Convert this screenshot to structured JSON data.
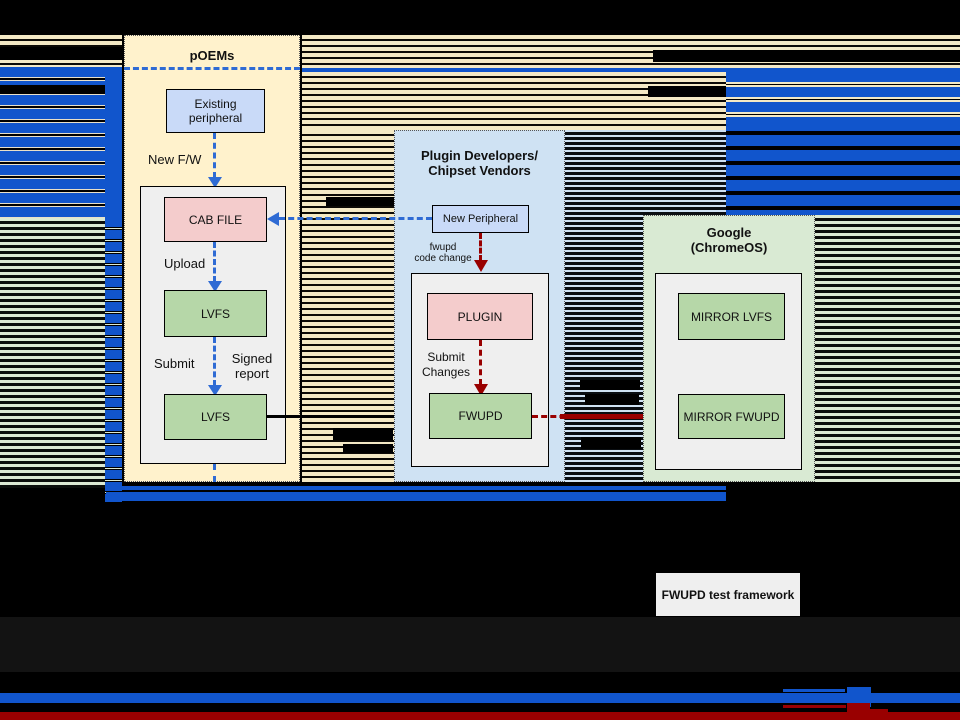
{
  "diagram": {
    "poems": {
      "title": "pOEMs"
    },
    "plugin_vendors": {
      "title1": "Plugin Developers/",
      "title2": "Chipset Vendors"
    },
    "google": {
      "title1": "Google",
      "title2": "(ChromeOS)"
    },
    "nodes": {
      "existing_peripheral1": "Existing",
      "existing_peripheral2": "peripheral",
      "cab_file": "CAB FILE",
      "lvfs_upper": "LVFS",
      "lvfs_lower": "LVFS",
      "new_peripheral": "New Peripheral",
      "plugin": "PLUGIN",
      "fwupd": "FWUPD",
      "mirror_lvfs": "MIRROR LVFS",
      "mirror_fwupd": "MIRROR FWUPD",
      "test_framework": "FWUPD test framework"
    },
    "labels": {
      "new_fw": "New F/W",
      "upload": "Upload",
      "submit": "Submit",
      "signed1": "Signed",
      "signed2": "report",
      "fwupd_code1": "fwupd",
      "fwupd_code2": "code change",
      "submit_changes1": "Submit",
      "submit_changes2": "Changes"
    },
    "colors": {
      "accent_blue": "#1155cc",
      "arrow_blue": "#2f6bd4",
      "arrow_red": "#990000",
      "poems_fill": "#fff2cc",
      "plugin_fill": "#cfe2f3",
      "google_fill": "#d9ead3",
      "node_blue": "#c9daf8",
      "node_pink": "#f4cccc",
      "node_green": "#b6d7a8",
      "panel_gray": "#efefef",
      "stripe_tan": "#f4e9c5",
      "stripe_light_blue": "#cfe2f3",
      "stripe_green": "#dcead3"
    }
  }
}
